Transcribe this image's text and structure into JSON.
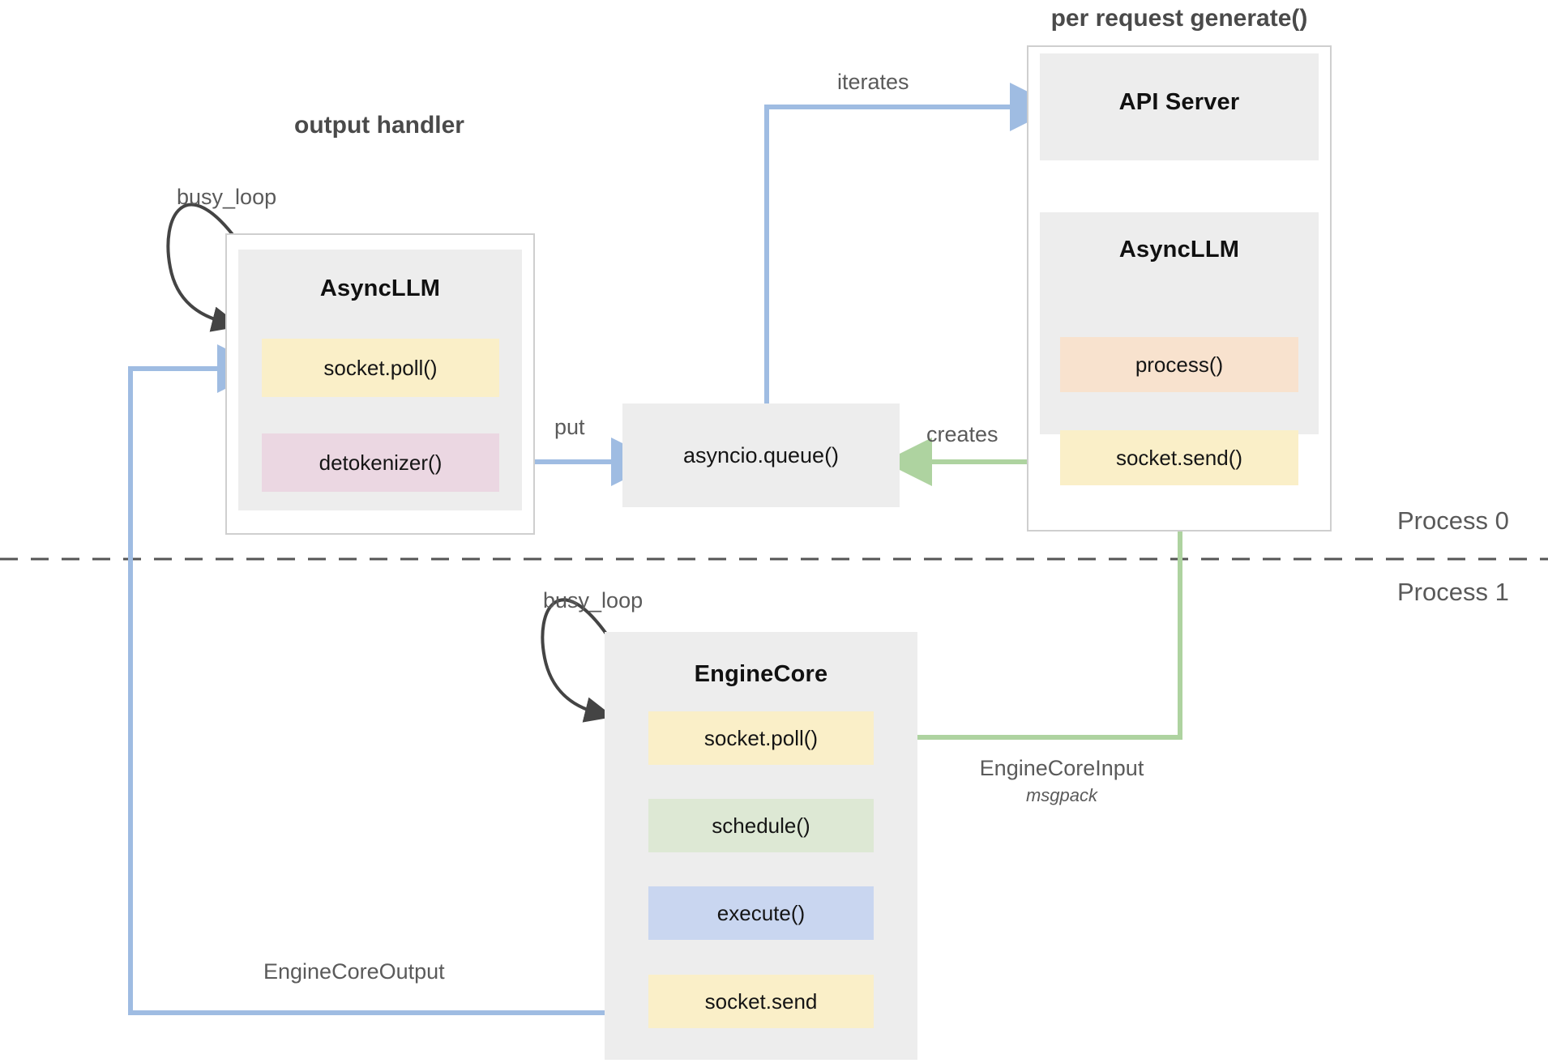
{
  "diagram": {
    "title_left": "output handler",
    "title_right": "per request generate()",
    "process_top": "Process 0",
    "process_bottom": "Process 1"
  },
  "groups": {
    "output_handler": {
      "label": "output handler",
      "box": {
        "title": "AsyncLLM",
        "chips": [
          {
            "label": "socket.poll()",
            "color": "#FAEFC8",
            "name": "socket-poll"
          },
          {
            "label": "detokenizer()",
            "color": "#EBD7E2",
            "name": "detokenizer"
          }
        ]
      },
      "self_loop_label": "busy_loop"
    },
    "per_request": {
      "label": "per request generate()",
      "api_server": {
        "title": "API Server"
      },
      "async_llm": {
        "title": "AsyncLLM",
        "chips": [
          {
            "label": "process()",
            "color": "#F8E2CE",
            "name": "process"
          },
          {
            "label": "socket.send()",
            "color": "#FAEFC8",
            "name": "socket-send"
          }
        ]
      }
    },
    "engine_core": {
      "box": {
        "title": "EngineCore",
        "chips": [
          {
            "label": "socket.poll()",
            "color": "#FAEFC8",
            "name": "socket-poll"
          },
          {
            "label": "schedule()",
            "color": "#DDE8D4",
            "name": "schedule"
          },
          {
            "label": "execute()",
            "color": "#C9D6F0",
            "name": "execute"
          },
          {
            "label": "socket.send",
            "color": "#FAEFC8",
            "name": "socket-send"
          }
        ]
      },
      "self_loop_label": "busy_loop"
    }
  },
  "queue": {
    "label": "asyncio.queue()"
  },
  "edges": {
    "iterates": "iterates",
    "put": "put",
    "creates": "creates",
    "engine_core_input": "EngineCoreInput",
    "engine_core_input_sub": "msgpack",
    "engine_core_output": "EngineCoreOutput"
  },
  "colors": {
    "blue_arrow": "#9FBCE2",
    "green_arrow": "#AED3A0",
    "black_arrow": "#444444",
    "grey_box": "#ededed",
    "frame_border": "#cfcfcf",
    "divider": "#555555",
    "yellow": "#FAEFC8",
    "pink": "#EBD7E2",
    "peach": "#F8E2CE",
    "green": "#DDE8D4",
    "blue": "#C9D6F0"
  }
}
